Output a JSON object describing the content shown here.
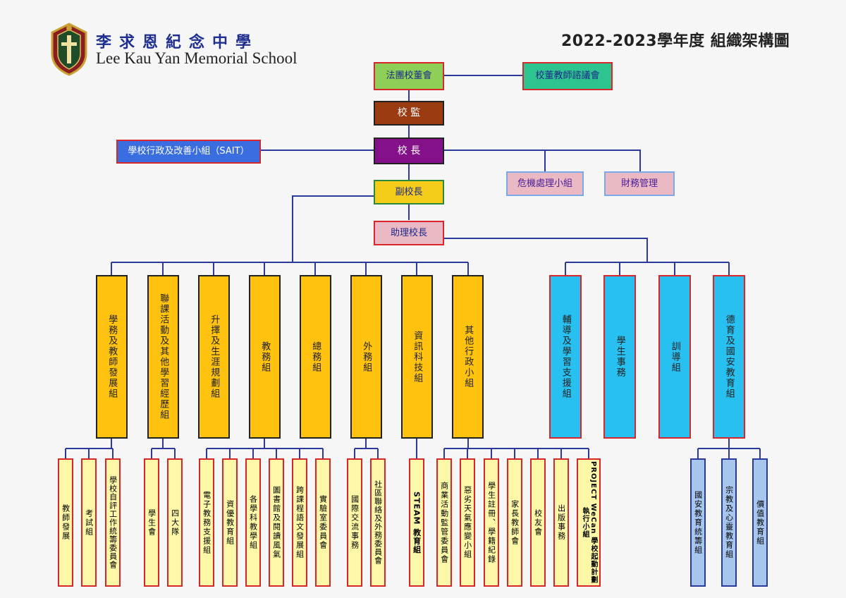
{
  "header": {
    "school_name_zh": "李求恩紀念中學",
    "school_name_en": "Lee Kau Yan Memorial School",
    "title": "2022-2023學年度 組織架構圖"
  },
  "colors": {
    "line": "#2b3a9a",
    "green": "#8ecf57",
    "teal": "#2ec48f",
    "brown": "#9a3b12",
    "purple": "#85118a",
    "blue_sait": "#3a6de0",
    "gold": "#f5cc1a",
    "pink": "#eab9c3",
    "orange": "#fec20f",
    "cyan": "#27c0f0",
    "light_yellow": "#fdf8a8",
    "light_blue": "#a7c6ee",
    "border_red": "#d9262b"
  },
  "governance": {
    "board": "法團校董會",
    "teacher_council": "校董教師諮議會",
    "supervisor": "校 監",
    "principal": "校 長",
    "sait": "學校行政及改善小組（SAIT）",
    "crisis": "危機處理小組",
    "finance": "財務管理",
    "vice_principal": "副校長",
    "assistant_principal": "助理校長"
  },
  "departments": {
    "academic": "學務及教師發展組",
    "ole": "聯課活動及其他學習經歷組",
    "career": "升擇及生涯規劃組",
    "teaching": "教務組",
    "general": "總務組",
    "external": "外務組",
    "it": "資訊科技組",
    "other_admin": "其他行政小組",
    "guidance": "輔導及學習支援組",
    "student_affairs": "學生事務",
    "discipline": "訓導組",
    "moral": "德育及國安教育組"
  },
  "subgroups": {
    "teacher_dev": "教師發展",
    "exam": "考試組",
    "self_eval": "學校自評工作統籌委員會",
    "student_union": "學生會",
    "houses": "四大隊",
    "e_teaching": "電子教務支援組",
    "gifted": "資優教育組",
    "subjects": "各學科教學組",
    "library": "圖書館及閱讀風氣",
    "cross_lang": "跨課程語文發展組",
    "lab": "實驗室委員會",
    "intl": "國際交流事務",
    "community": "社區聯絡及外務委員會",
    "steam": "STEAM 教育組",
    "commerce": "商業活動監管委員會",
    "weather": "惡劣天氣應變小組",
    "registration": "學生註冊、學籍紀錄",
    "pta": "家長教師會",
    "alumni": "校友會",
    "publication": "出版事務",
    "wecan": "PROJECT WeCan 學校起動計劃執行小組",
    "national_security": "國安教育統籌組",
    "religious": "宗教及心靈教育組",
    "values": "價值教育組"
  }
}
